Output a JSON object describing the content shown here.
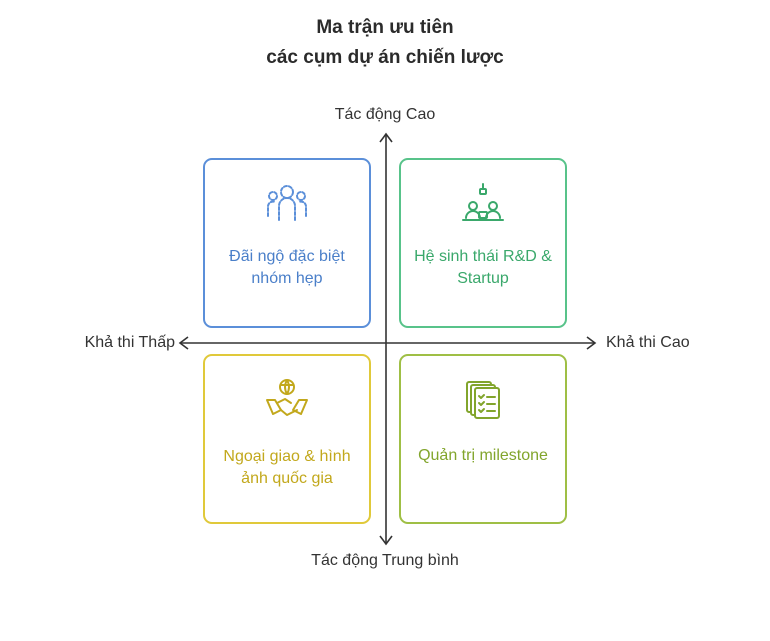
{
  "title": {
    "line1": "Ma trận ưu tiên",
    "line2": "các cụm dự án chiến lược"
  },
  "axes": {
    "top": "Tác động Cao",
    "bottom": "Tác động Trung bình",
    "left": "Khả thi Thấp",
    "right": "Khả thi Cao"
  },
  "quadrants": {
    "top_left": {
      "label": "Đãi ngộ đặc biệt nhóm hẹp",
      "icon": "people-group-icon",
      "color": "#5b8fd9"
    },
    "top_right": {
      "label": "Hệ sinh thái R&D & Startup",
      "icon": "team-workspace-icon",
      "color": "#58c38a"
    },
    "bottom_left": {
      "label": "Ngoại giao & hình ảnh quốc gia",
      "icon": "handshake-globe-icon",
      "color": "#e0c93a"
    },
    "bottom_right": {
      "label": "Quản trị milestone",
      "icon": "checklist-documents-icon",
      "color": "#9fbf45"
    }
  },
  "colors": {
    "axis": "#333333"
  }
}
